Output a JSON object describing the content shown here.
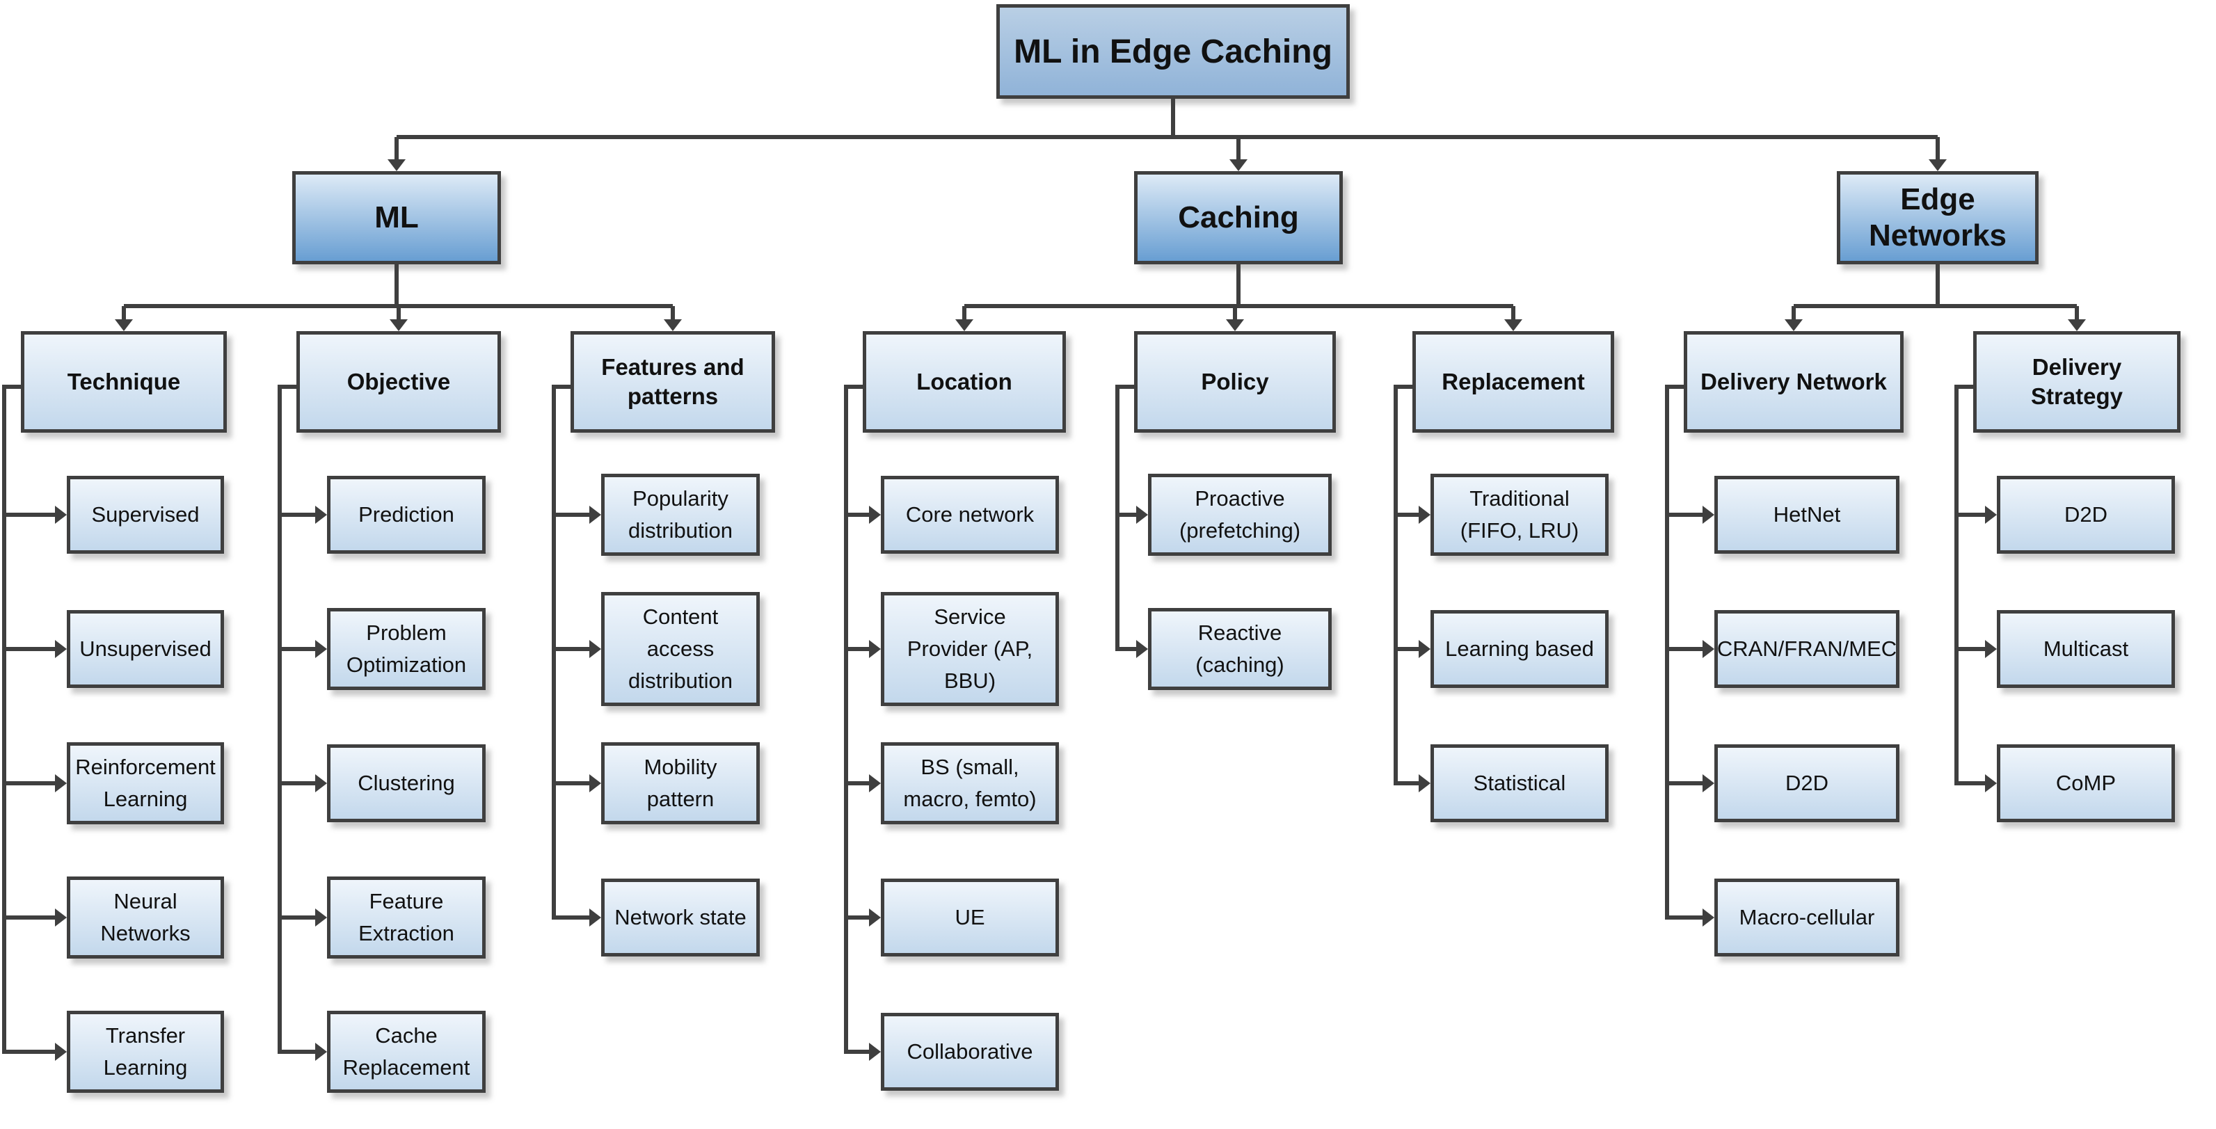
{
  "diagram": {
    "title": "ML in Edge Caching taxonomy",
    "root": {
      "label": "ML in Edge Caching"
    },
    "branches": [
      {
        "label": "ML",
        "categories": [
          {
            "label": "Technique",
            "leaves": [
              "Supervised",
              "Unsupervised",
              "Reinforcement Learning",
              "Neural Networks",
              "Transfer Learning"
            ]
          },
          {
            "label": "Objective",
            "leaves": [
              "Prediction",
              "Problem Optimization",
              "Clustering",
              "Feature Extraction",
              "Cache Replacement"
            ]
          },
          {
            "label": "Features and patterns",
            "leaves": [
              "Popularity distribution",
              "Content access distribution",
              "Mobility pattern",
              "Network state"
            ]
          }
        ]
      },
      {
        "label": "Caching",
        "categories": [
          {
            "label": "Location",
            "leaves": [
              "Core network",
              "Service Provider (AP, BBU)",
              "BS (small, macro, femto)",
              "UE",
              "Collaborative"
            ]
          },
          {
            "label": "Policy",
            "leaves": [
              "Proactive (prefetching)",
              "Reactive (caching)"
            ]
          },
          {
            "label": "Replacement",
            "leaves": [
              "Traditional (FIFO, LRU)",
              "Learning based",
              "Statistical"
            ]
          }
        ]
      },
      {
        "label": "Edge Networks",
        "categories": [
          {
            "label": "Delivery Network",
            "leaves": [
              "HetNet",
              "CRAN/FRAN/MEC",
              "D2D",
              "Macro-cellular"
            ]
          },
          {
            "label": "Delivery Strategy",
            "leaves": [
              "D2D",
              "Multicast",
              "CoMP"
            ]
          }
        ]
      }
    ],
    "colors": {
      "background": "#ffffff",
      "node_border": "#3f3f3f",
      "connector": "#3f3f3f",
      "text": "#111111",
      "root_fill_top": "#b9cfe5",
      "root_fill_bottom": "#90b3d8",
      "branch_fill_top": "#ddeaf6",
      "branch_fill_bottom": "#689ed2",
      "leaf_fill_top": "#eff5fb",
      "leaf_fill_bottom": "#c3d8ec"
    }
  }
}
